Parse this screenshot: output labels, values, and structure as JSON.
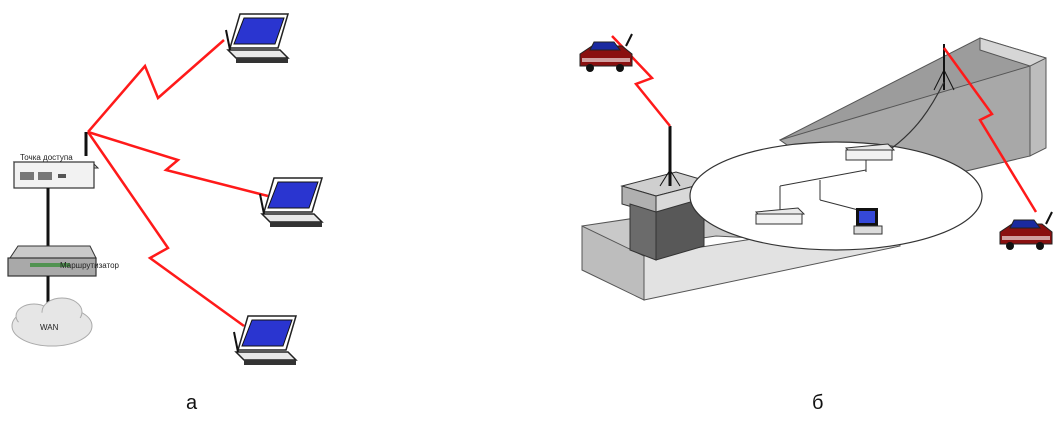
{
  "diagrams": [
    {
      "caption": "а",
      "router_label": "Точка доступа",
      "modem_label": "Маршрутизатор",
      "cloud_label": "WAN",
      "laptop_count": 3
    },
    {
      "caption": "б",
      "vehicle_count": 2
    }
  ],
  "colors": {
    "lightning": "#ff1a1a",
    "laptop_screen": "#2233cc",
    "vehicle_body": "#8a1010",
    "vehicle_roof": "#1a2aa0",
    "building_gray": "#9a9a9a",
    "building_light": "#d8d8d8"
  },
  "icons": [
    "access-point-icon",
    "router-icon",
    "cloud-icon",
    "laptop-icon",
    "antenna-icon",
    "vehicle-icon",
    "pc-icon"
  ]
}
